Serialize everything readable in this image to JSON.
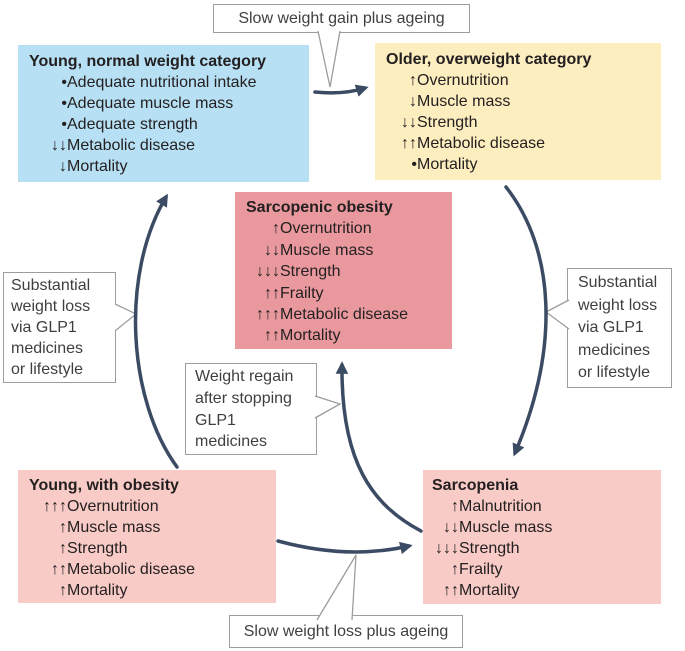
{
  "callouts": {
    "top": "Slow weight gain plus ageing",
    "left": "Substantial\nweight loss\nvia GLP1\nmedicines\nor lifestyle",
    "right": "Substantial\nweight loss\nvia GLP1\nmedicines\nor lifestyle",
    "regain": "Weight regain\nafter stopping\nGLP1\nmedicines",
    "bottom": "Slow weight loss plus ageing"
  },
  "boxes": {
    "young_normal": {
      "title": "Young, normal weight category",
      "items": [
        {
          "prefix": "•",
          "label": "Adequate nutritional intake"
        },
        {
          "prefix": "•",
          "label": "Adequate muscle mass"
        },
        {
          "prefix": "•",
          "label": "Adequate strength"
        },
        {
          "prefix": "↓↓",
          "label": "Metabolic disease"
        },
        {
          "prefix": "↓",
          "label": "Mortality"
        }
      ]
    },
    "older_overweight": {
      "title": "Older, overweight category",
      "items": [
        {
          "prefix": "↑",
          "label": "Overnutrition"
        },
        {
          "prefix": "↓",
          "label": "Muscle mass"
        },
        {
          "prefix": "↓↓",
          "label": "Strength"
        },
        {
          "prefix": "↑↑",
          "label": "Metabolic disease"
        },
        {
          "prefix": "•",
          "label": "Mortality"
        }
      ]
    },
    "sarcopenic_obesity": {
      "title": "Sarcopenic obesity",
      "items": [
        {
          "prefix": "↑",
          "label": "Overnutrition"
        },
        {
          "prefix": "↓↓",
          "label": "Muscle mass"
        },
        {
          "prefix": "↓↓↓",
          "label": "Strength"
        },
        {
          "prefix": "↑↑",
          "label": "Frailty"
        },
        {
          "prefix": "↑↑↑",
          "label": "Metabolic disease"
        },
        {
          "prefix": "↑↑",
          "label": "Mortality"
        }
      ]
    },
    "young_obesity": {
      "title": "Young, with obesity",
      "items": [
        {
          "prefix": "↑↑↑",
          "label": "Overnutrition"
        },
        {
          "prefix": "↑",
          "label": "Muscle mass"
        },
        {
          "prefix": "↑",
          "label": "Strength"
        },
        {
          "prefix": "↑↑",
          "label": "Metabolic disease"
        },
        {
          "prefix": "↑",
          "label": "Mortality"
        }
      ]
    },
    "sarcopenia": {
      "title": "Sarcopenia",
      "items": [
        {
          "prefix": "↑",
          "label": "Malnutrition"
        },
        {
          "prefix": "↓↓",
          "label": "Muscle mass"
        },
        {
          "prefix": "↓↓↓",
          "label": "Strength"
        },
        {
          "prefix": "↑",
          "label": "Frailty"
        },
        {
          "prefix": "↑↑",
          "label": "Mortality"
        }
      ]
    }
  },
  "colors": {
    "blue_box": "#b7e0f4",
    "yellow_box": "#fdeec0",
    "rose_box": "#e9999e",
    "pink_box": "#f9cbc6",
    "arrow": "#3c4b64",
    "callout_border": "#9d9d9d",
    "box_text": "#242021",
    "callout_text": "#3f3f3f"
  }
}
